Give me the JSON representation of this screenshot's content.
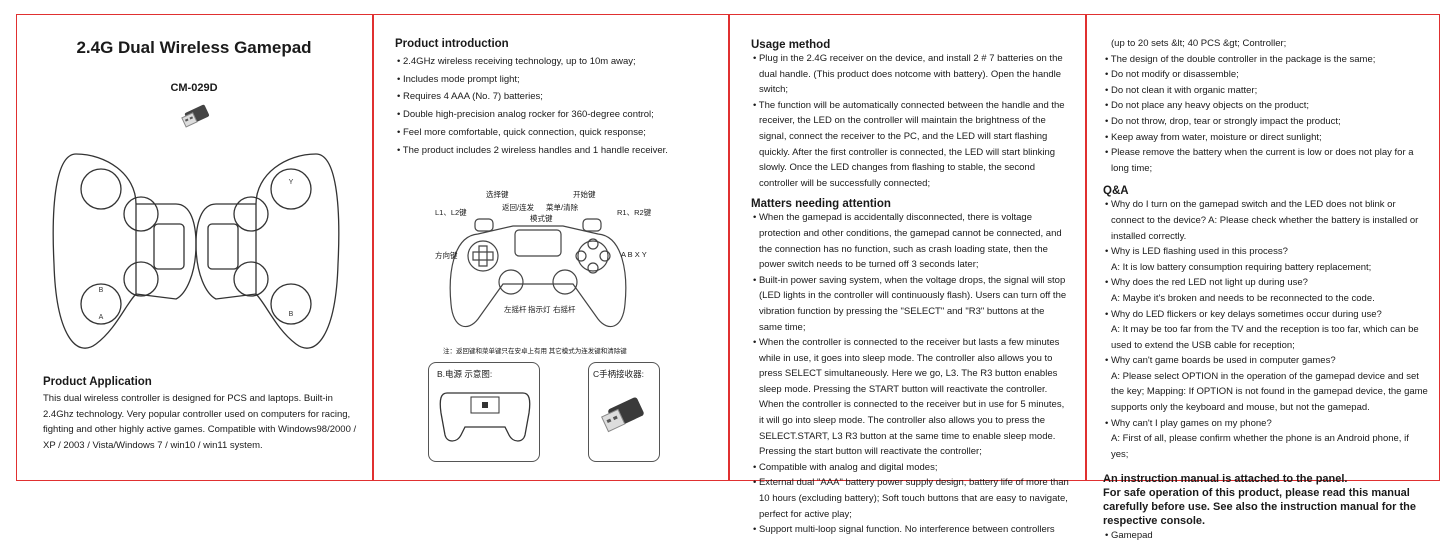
{
  "panel1": {
    "title": "2.4G Dual Wireless Gamepad",
    "model": "CM-029D",
    "application": {
      "heading": "Product Application",
      "text": "This dual wireless controller is designed for PCS and laptops. Built-in 2.4Ghz technology. Very popular controller used on computers for racing, fighting and other highly active games. Compatible with Windows98/2000 / XP / 2003 / Vista/Windows 7 / win10 / win11 system."
    }
  },
  "panel2": {
    "heading": "Product introduction",
    "items": [
      "2.4GHz wireless receiving technology, up to 10m away;",
      "Includes mode prompt light;",
      "Requires 4 AAA (No. 7) batteries;",
      "Double high-precision analog rocker for 360-degree control;",
      "Feel more comfortable, quick connection, quick response;",
      "The product includes 2 wireless handles and 1 handle receiver."
    ],
    "diagram": {
      "select": "选择键",
      "back_turbo": "返回/连发",
      "menu_clear": "菜单/清除",
      "start": "开始键",
      "mode": "模式键",
      "l1l2": "L1、L2键",
      "r1r2": "R1、R2键",
      "dpad": "方向键",
      "abxy": "A B X Y",
      "left_stick": "左摇杆",
      "indicator": "指示灯",
      "right_stick": "右摇杆",
      "note": "注：返回键和菜单键只在安卓上有用  其它模式为连发键和清除键",
      "power_label": "B.电源 示意图:",
      "receiver_label": "C手柄接收器:"
    }
  },
  "panel3": {
    "usage": {
      "heading": "Usage method",
      "items": [
        "Plug in the 2.4G receiver on the device, and install 2 # 7 batteries on the dual handle. (This product does notcome with battery). Open the  handle switch;",
        "The function will be automatically connected between the handle and the receiver, the LED on the controller will maintain the brightness of the signal, connect the receiver to the PC, and the LED will start flashing quickly. After the first controller is connected, the LED will start blinking slowly. Once the LED changes from flashing to stable, the second controller will be successfully connected;"
      ]
    },
    "attention": {
      "heading": "Matters needing attention",
      "items": [
        "When the gamepad is accidentally disconnected, there is voltage protection and other conditions, the gamepad cannot be connected, and the connection has no function, such as crash loading state, then the power switch needs to be turned off 3 seconds later;",
        "Built-in power saving system, when the voltage drops, the signal will stop (LED lights in the controller will continuously flash). Users can turn off the vibration function by pressing the \"SELECT\" and \"R3\" buttons at the same time;",
        "When the controller is connected to the receiver but lasts a few minutes while in use, it goes into sleep mode. The controller also allows you to press SELECT simultaneously. Here we go, L3. The R3 button enables sleep mode. Pressing the START button will reactivate the controller. When the controller is connected to the receiver but in use for 5 minutes, it will go into sleep mode. The controller also allows you to press the SELECT.START, L3 R3 button at the same time to enable sleep mode. Pressing the start button will reactivate the controller;",
        "Compatible with analog and digital modes;",
        "External dual \"AAA\" battery power supply design, battery life of more than 10 hours (excluding battery); Soft touch buttons that are easy to navigate, perfect for active play;",
        "Support multi-loop signal function. No interference between controllers"
      ]
    }
  },
  "panel4": {
    "continuation": "(up to 20 sets &lt; 40 PCS &gt; Controller;",
    "items": [
      "The design of the double controller in the package is the same;",
      "Do not modify or disassemble;",
      "Do not clean it with organic matter;",
      "Do not place any heavy objects on the product;",
      "Do not throw, drop, tear or strongly impact the product;",
      "Keep away from water, moisture or direct sunlight;",
      "Please remove the battery when the current is low or does not play for a long time;"
    ],
    "qa": {
      "heading": "Q&A",
      "items": [
        {
          "q": "Why do I turn on the gamepad switch and the LED does not blink or connect to the device? A: Please check whether the battery is installed or installed correctly.",
          "a": ""
        },
        {
          "q": "Why is LED flashing used in this process?",
          "a": "A: It is low battery consumption requiring battery replacement;"
        },
        {
          "q": "Why does the red  LED not light up during use?",
          "a": "A: Maybe it's broken and needs to be reconnected to the code."
        },
        {
          "q": "Why do LED flickers or key delays sometimes occur during use?",
          "a": "A: It may be too far from the TV and the reception is too far, which can be used to extend the USB cable for reception;"
        },
        {
          "q": "Why can't game boards be used in computer games?",
          "a": "A: Please select OPTION in the operation of the gamepad device and set the key; Mapping: If OPTION is not found in the gamepad device, the game supports only the keyboard and mouse, but not the gamepad."
        },
        {
          "q": "Why can't I play games on my phone?",
          "a": "A: First of all, please confirm whether the phone is an Android phone, if yes;"
        }
      ]
    },
    "closing": "An instruction manual is attached to the panel.\nFor safe operation of this product, please read this manual carefully before use. See also the instruction manual for the respective console.",
    "last_item": "Gamepad"
  },
  "colors": {
    "border": "#e03030",
    "text": "#1a1a1a"
  }
}
